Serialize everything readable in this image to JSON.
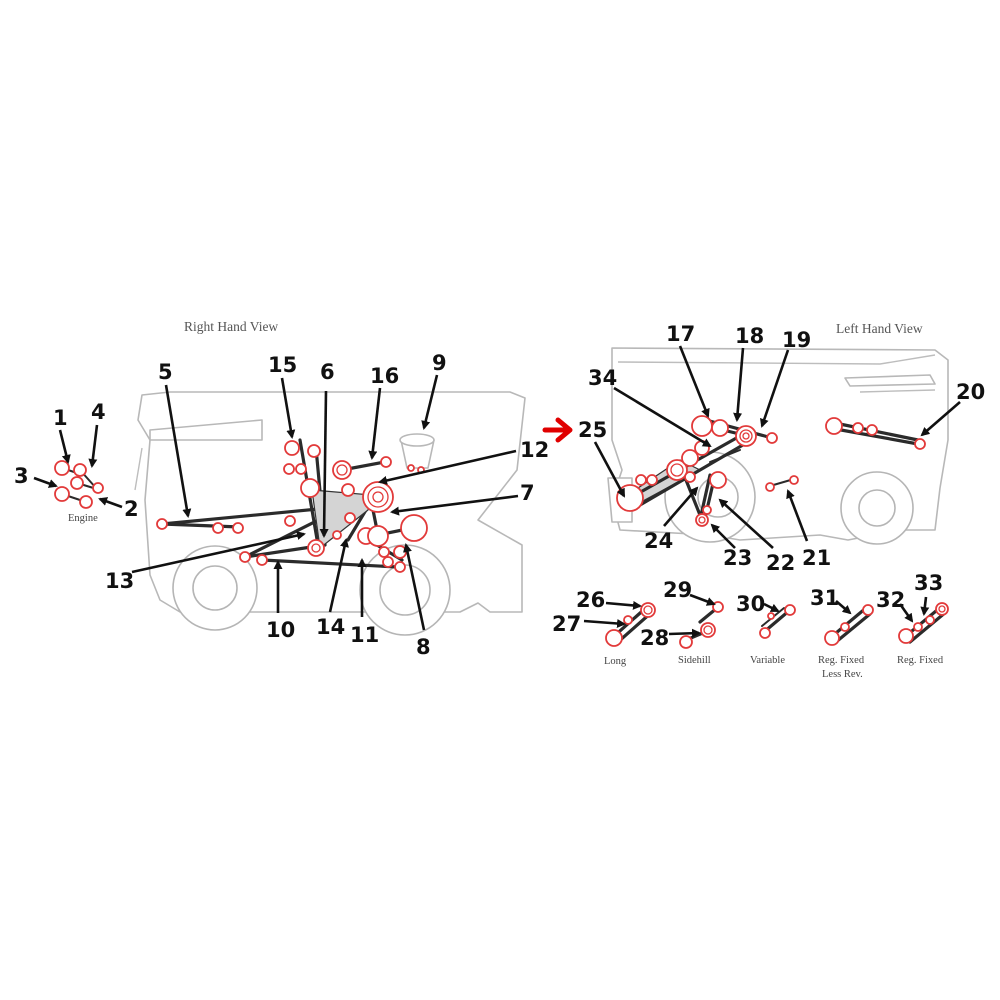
{
  "views": {
    "right_title": "Right Hand View",
    "left_title": "Left Hand View"
  },
  "labels": {
    "engine": "Engine",
    "long": "Long",
    "sidehill": "Sidehill",
    "variable": "Variable",
    "reg_fixed_less_rev_line1": "Reg. Fixed",
    "reg_fixed_less_rev_line2": "Less Rev.",
    "reg_fixed": "Reg. Fixed"
  },
  "callouts": [
    "1",
    "2",
    "3",
    "4",
    "5",
    "6",
    "7",
    "8",
    "9",
    "10",
    "11",
    "12",
    "13",
    "14",
    "15",
    "16",
    "17",
    "18",
    "19",
    "20",
    "21",
    "22",
    "23",
    "24",
    "25",
    "26",
    "27",
    "28",
    "29",
    "30",
    "31",
    "32",
    "33",
    "34"
  ],
  "colors": {
    "pulley": "#e23a3a",
    "belt": "#2b2b2b",
    "outline": "#b8b8b8",
    "pointer_arrow": "#e00000"
  },
  "icons": {
    "pointer": "red-right-arrow-icon"
  }
}
